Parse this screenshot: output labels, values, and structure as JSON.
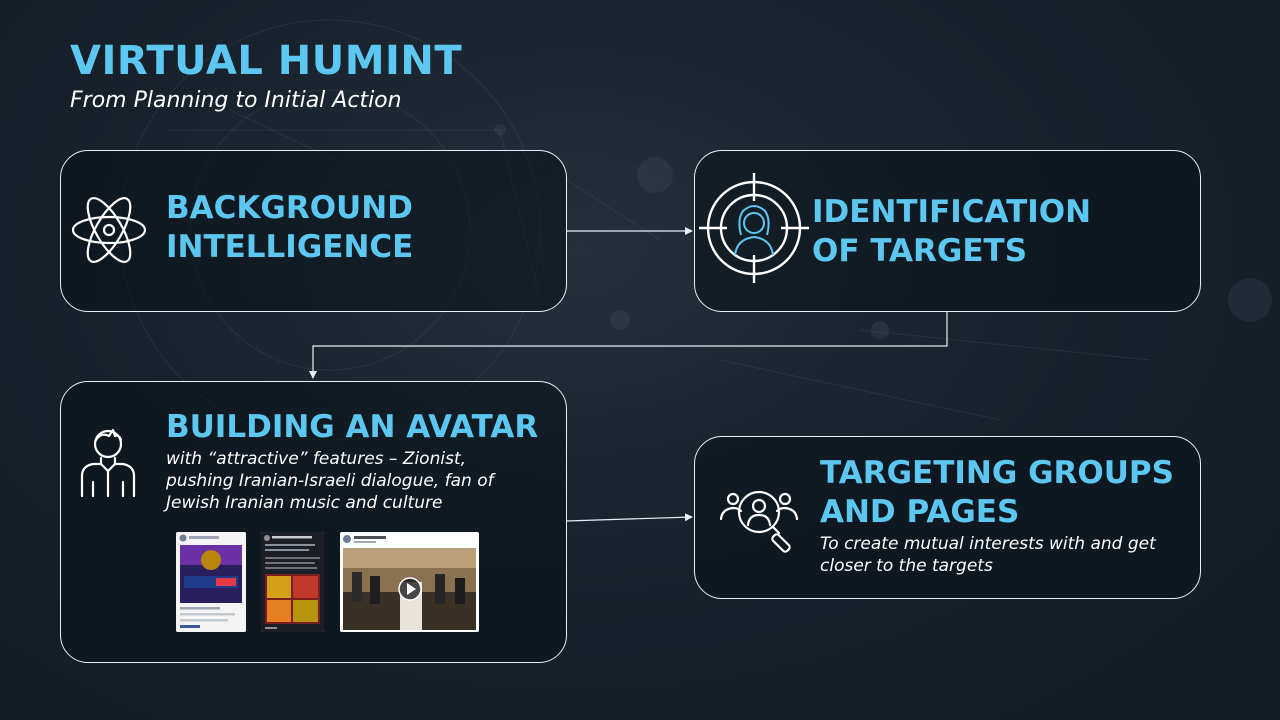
{
  "header": {
    "title": "VIRTUAL HUMINT",
    "subtitle": "From Planning to Initial Action"
  },
  "steps": [
    {
      "heading_line1": "BACKGROUND",
      "heading_line2": "INTELLIGENCE",
      "icon": "atom-icon"
    },
    {
      "heading_line1": "IDENTIFICATION",
      "heading_line2": "OF TARGETS",
      "icon": "target-crosshair-icon"
    },
    {
      "heading": "BUILDING AN AVATAR",
      "desc_line1": "with “attractive” features – Zionist,",
      "desc_line2": "pushing Iranian-Israeli dialogue, fan of",
      "desc_line3": "Jewish Iranian music and culture",
      "icon": "user-avatar-icon",
      "screenshots": [
        "post-screenshot-1",
        "post-screenshot-2",
        "video-post-screenshot"
      ]
    },
    {
      "heading_line1": "TARGETING GROUPS",
      "heading_line2": "AND PAGES",
      "desc_line1": "To create mutual interests with and get",
      "desc_line2": "closer to the targets",
      "icon": "group-search-icon"
    }
  ],
  "colors": {
    "accent": "#5cc8f2",
    "background": "#18222c",
    "border": "#e8eef3"
  }
}
